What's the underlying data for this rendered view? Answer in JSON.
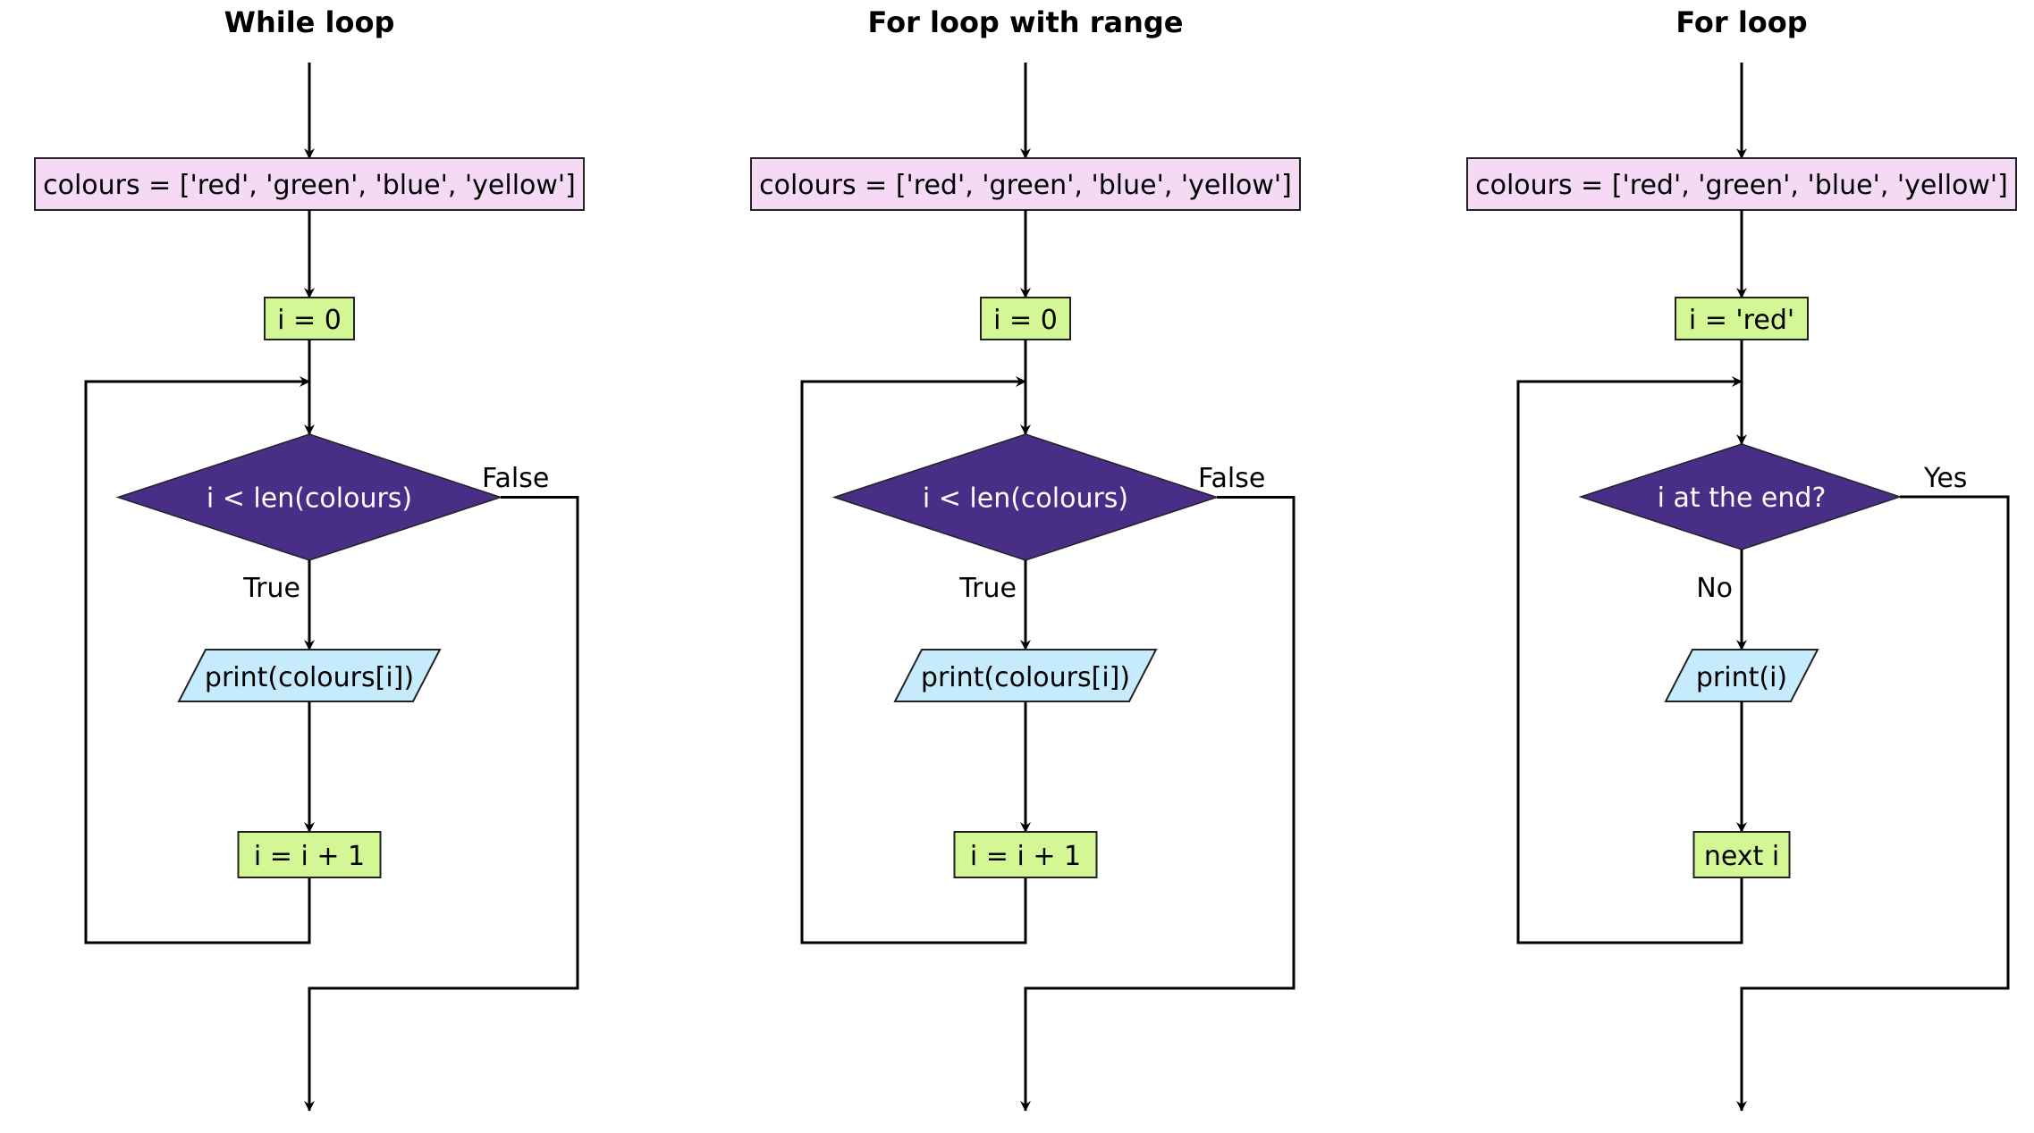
{
  "colors": {
    "list_box": "#f4daf4",
    "assign_box": "#d4f796",
    "decision": "#482e86",
    "io_box": "#c6ebfc"
  },
  "panels": [
    {
      "title": "While loop",
      "list_node": "colours = ['red', 'green', 'blue', 'yellow']",
      "init_node": "i = 0",
      "decision": "i < len(colours)",
      "continue_label": "True",
      "exit_label": "False",
      "io_node": "print(colours[i])",
      "step_node": "i = i + 1"
    },
    {
      "title": "For loop with range",
      "list_node": "colours = ['red', 'green', 'blue', 'yellow']",
      "init_node": "i = 0",
      "decision": "i < len(colours)",
      "continue_label": "True",
      "exit_label": "False",
      "io_node": "print(colours[i])",
      "step_node": "i = i + 1"
    },
    {
      "title": "For loop",
      "list_node": "colours = ['red', 'green', 'blue', 'yellow']",
      "init_node": "i = 'red'",
      "decision": "i at the end?",
      "continue_label": "No",
      "exit_label": "Yes",
      "io_node": "print(i)",
      "step_node": "next i"
    }
  ]
}
